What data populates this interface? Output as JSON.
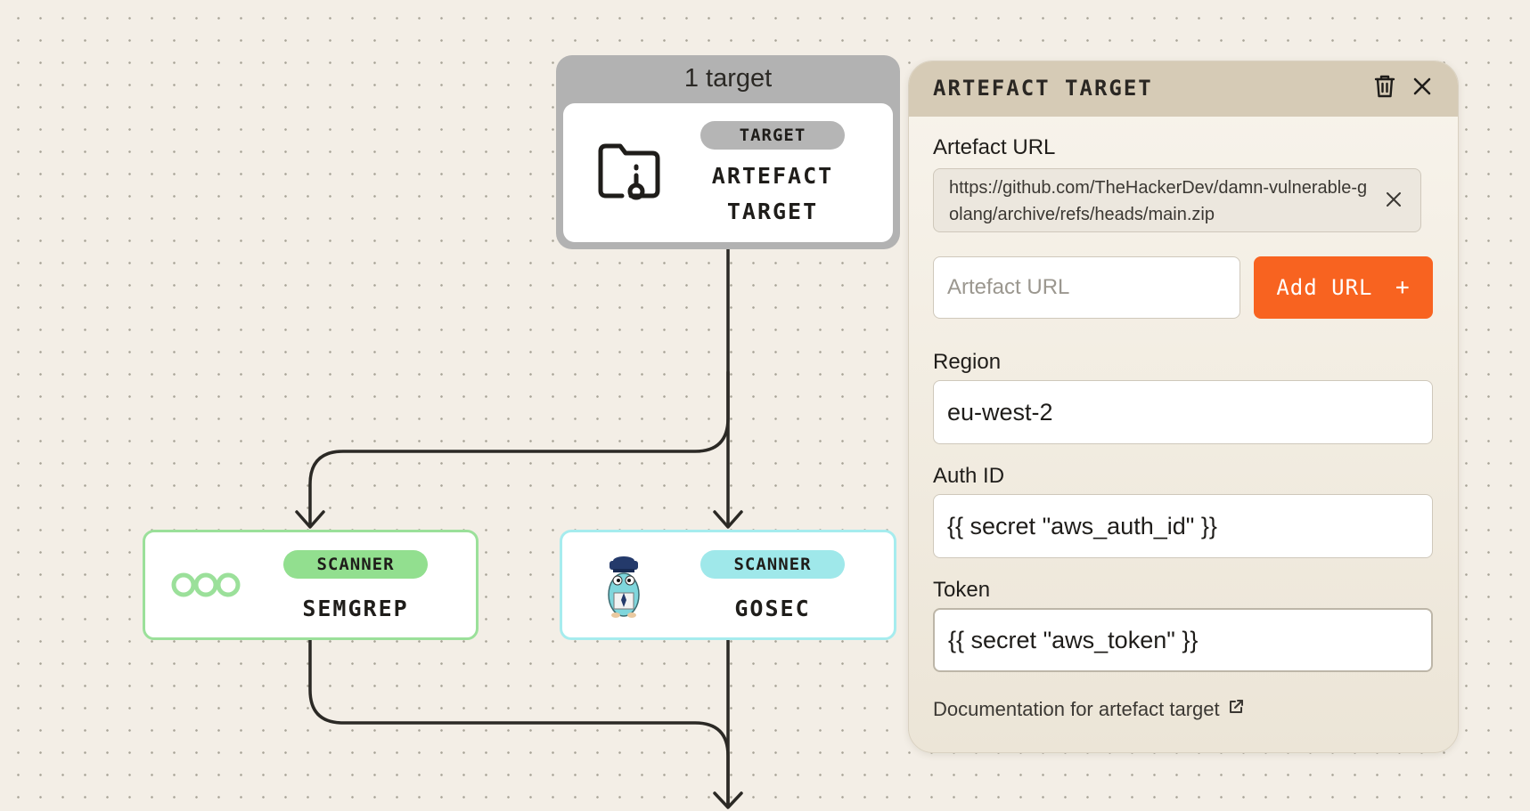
{
  "canvas": {
    "group_title": "1 target",
    "target_node": {
      "badge": "TARGET",
      "label_line1": "ARTEFACT",
      "label_line2": "TARGET",
      "icon": "folder-lock-icon"
    },
    "scanners": [
      {
        "badge": "SCANNER",
        "label": "SEMGREP",
        "badge_color": "#92df8f",
        "border_color": "#9be09a",
        "icon": "semgrep-logo-icon"
      },
      {
        "badge": "SCANNER",
        "label": "GOSEC",
        "badge_color": "#9fe8ea",
        "border_color": "#a6ecee",
        "icon": "gopher-logo-icon"
      }
    ],
    "target_badge_color": "#b5b5b5"
  },
  "panel": {
    "title": "ARTEFACT TARGET",
    "artefact_url_label": "Artefact URL",
    "artefact_url_value": "https://github.com/TheHackerDev/damn-vulnerable-golang/archive/refs/heads/main.zip",
    "new_url_placeholder": "Artefact URL",
    "add_url_label": "Add URL",
    "region_label": "Region",
    "region_value": "eu-west-2",
    "auth_id_label": "Auth ID",
    "auth_id_value": "{{ secret \"aws_auth_id\" }}",
    "token_label": "Token",
    "token_value": "{{ secret \"aws_token\" }}",
    "doc_link": "Documentation for artefact target",
    "accent_color": "#f86320"
  }
}
